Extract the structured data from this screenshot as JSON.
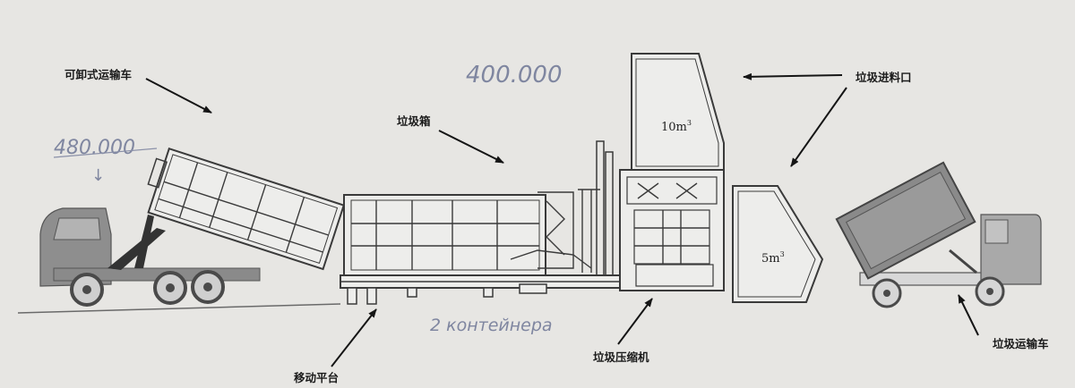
{
  "labels": {
    "removable_truck": "可卸式运输车",
    "garbage_box": "垃圾箱",
    "feed_inlet": "垃圾进料口",
    "mobile_platform": "移动平台",
    "compactor": "垃圾压缩机",
    "transport_truck": "垃圾运输车"
  },
  "volumes": {
    "hopper_upper": "10m",
    "hopper_upper_sup": "3",
    "hopper_lower": "5m",
    "hopper_lower_sup": "3"
  },
  "handwritten": {
    "price_truck": "480.000",
    "price_station": "400.000",
    "containers_note": "2 контейнера",
    "small_arrow": "↓"
  },
  "colors": {
    "background": "#e7e6e3",
    "truck_gray": "#8c8c8c",
    "line": "#3a3a3a",
    "handwriting": "#7f86a0"
  }
}
